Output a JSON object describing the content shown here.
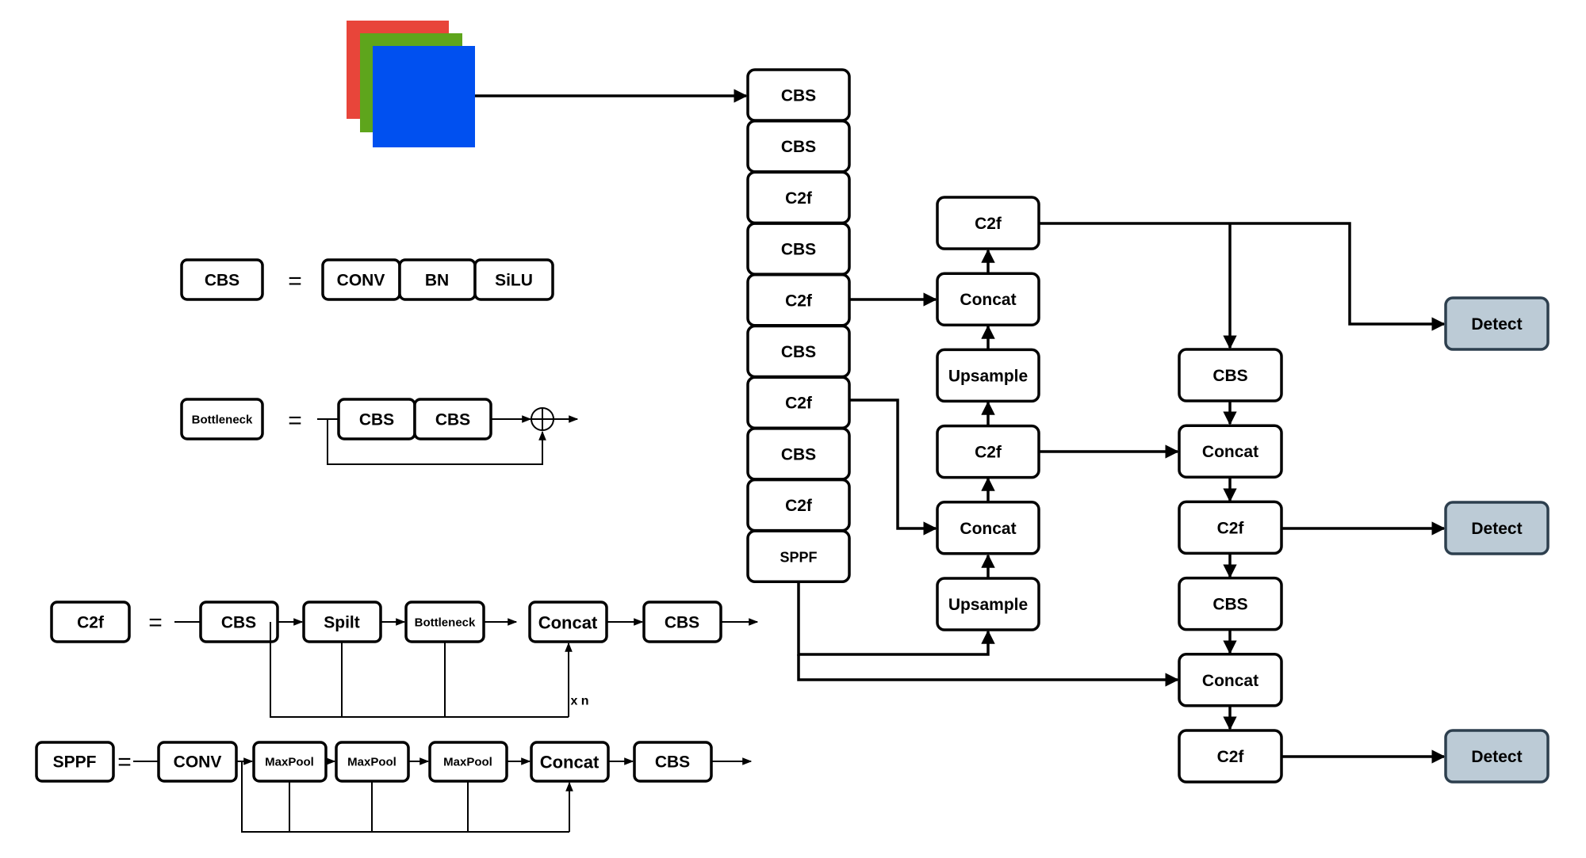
{
  "colors": {
    "input_red": "#e8453a",
    "input_green": "#5ea51c",
    "input_blue": "#0050f0",
    "detect_fill": "#bccbd6",
    "detect_border": "#2d3f4e"
  },
  "backbone": [
    "CBS",
    "CBS",
    "C2f",
    "CBS",
    "C2f",
    "CBS",
    "C2f",
    "CBS",
    "C2f",
    "SPPF"
  ],
  "neck": [
    "C2f",
    "Concat",
    "Upsample",
    "C2f",
    "Concat",
    "Upsample"
  ],
  "head": [
    "CBS",
    "Concat",
    "C2f",
    "CBS",
    "Concat",
    "C2f"
  ],
  "detect": [
    "Detect",
    "Detect",
    "Detect"
  ],
  "legend": {
    "equals": "=",
    "cbs": {
      "name": "CBS",
      "parts": [
        "CONV",
        "BN",
        "SiLU"
      ]
    },
    "bottleneck": {
      "name": "Bottleneck",
      "parts": [
        "CBS",
        "CBS"
      ]
    },
    "c2f": {
      "name": "C2f",
      "parts": [
        "CBS",
        "Spilt",
        "Bottleneck",
        "Concat",
        "CBS"
      ],
      "repeat": "x n"
    },
    "sppf": {
      "name": "SPPF",
      "parts": [
        "CONV",
        "MaxPool",
        "MaxPool",
        "MaxPool",
        "Concat",
        "CBS"
      ]
    }
  }
}
